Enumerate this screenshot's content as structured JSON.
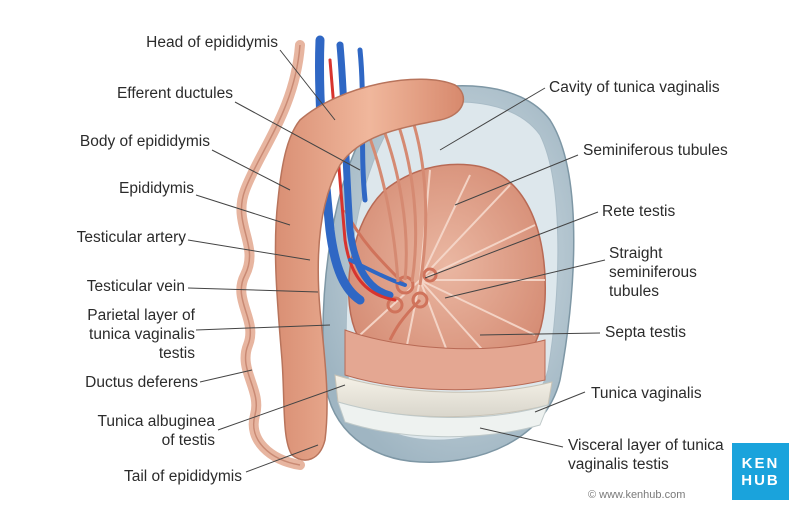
{
  "labels_left": {
    "head_of_epididymis": "Head of epididymis",
    "efferent_ductules": "Efferent ductules",
    "body_of_epididymis": "Body of epididymis",
    "epididymis": "Epididymis",
    "testicular_artery": "Testicular artery",
    "testicular_vein": "Testicular vein",
    "parietal_layer": "Parietal layer of\ntunica vaginalis\ntestis",
    "ductus_deferens": "Ductus deferens",
    "tunica_albuginea": "Tunica albuginea\nof testis",
    "tail_of_epididymis": "Tail of epididymis"
  },
  "labels_right": {
    "cavity_tunica_vaginalis": "Cavity of tunica vaginalis",
    "seminiferous_tubules": "Seminiferous tubules",
    "rete_testis": "Rete testis",
    "straight_seminiferous_tubules": "Straight\nseminiferous\ntubules",
    "septa_testis": "Septa testis",
    "tunica_vaginalis": "Tunica vaginalis",
    "visceral_layer": "Visceral layer of tunica\nvaginalis testis"
  },
  "branding": {
    "logo_line1": "KEN",
    "logo_line2": "HUB",
    "credit": "© www.kenhub.com"
  },
  "colors": {
    "testis_fill": "#e2a48e",
    "sac_fill": "#bccdd6",
    "epididymis_fill": "#e9aa8e",
    "vein": "#2f67c4",
    "artery": "#d8342e",
    "logo": "#1aa3dc"
  }
}
